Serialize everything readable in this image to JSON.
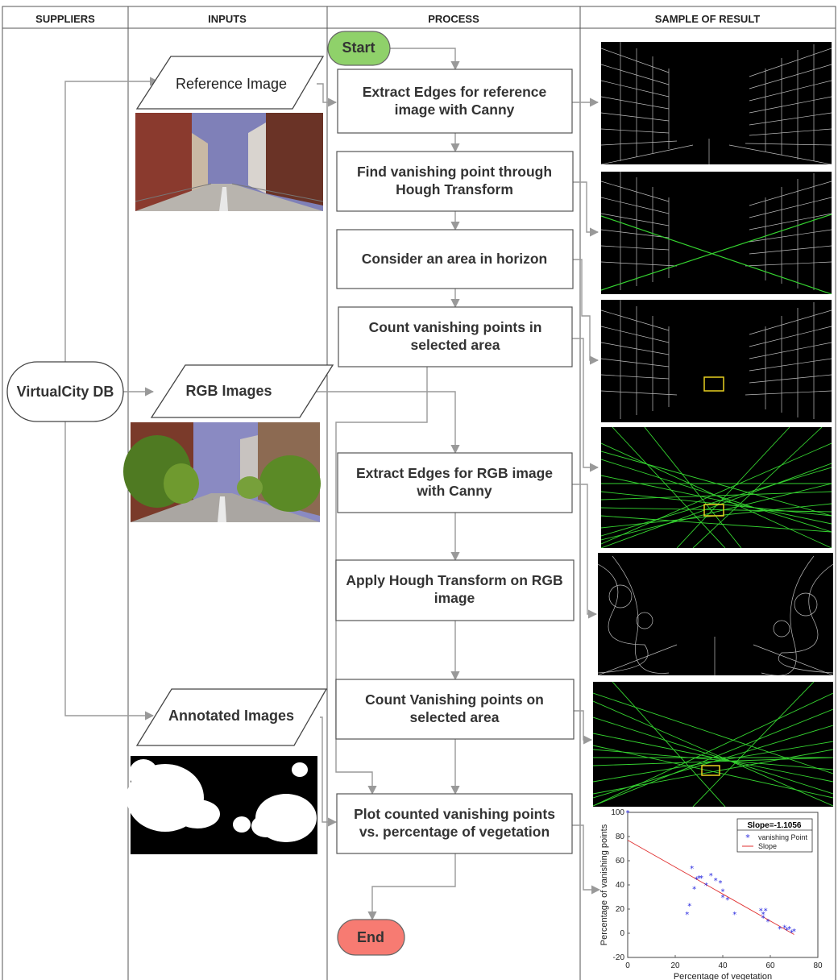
{
  "lanes": {
    "suppliers": "SUPPLIERS",
    "inputs": "INPUTS",
    "process": "PROCESS",
    "sample": "SAMPLE OF RESULT"
  },
  "supplier": {
    "label": "VirtualCity DB"
  },
  "inputs": {
    "reference": "Reference Image",
    "rgb": "RGB Images",
    "annotated": "Annotated Images"
  },
  "process": {
    "start": "Start",
    "end": "End",
    "s1": [
      "Extract Edges for reference",
      "image  with Canny"
    ],
    "s2": [
      "Find vanishing point through",
      "Hough Transform"
    ],
    "s3": [
      "Consider an area in horizon"
    ],
    "s4": [
      "Count vanishing points in",
      "selected area"
    ],
    "s5": [
      "Extract Edges for RGB image",
      "with Canny"
    ],
    "s6": [
      "Apply Hough Transform on RGB",
      "image"
    ],
    "s7": [
      "Count Vanishing points on",
      "selected area"
    ],
    "s8": [
      "Plot counted vanishing points",
      "vs. percentage of vegetation"
    ]
  },
  "colors": {
    "start": "#8fd16a",
    "end": "#f77b72",
    "edge_green": "#35d430",
    "box_yellow": "#e8d020",
    "scatter": "#2a2ae0",
    "slope": "#e03030"
  },
  "chart_data": {
    "type": "scatter",
    "xlabel": "Percentage of vegetation",
    "ylabel": "Percentage of vanishing points",
    "xlim": [
      0,
      80
    ],
    "ylim": [
      -20,
      100
    ],
    "xticks": [
      0,
      20,
      40,
      60,
      80
    ],
    "yticks": [
      -20,
      0,
      20,
      40,
      60,
      80,
      100
    ],
    "legend": {
      "title": "Slope=-1.1056",
      "entries": [
        "vanishing Point",
        "Slope"
      ],
      "position": "top-right"
    },
    "series": [
      {
        "name": "vanishing Point",
        "marker": "*",
        "points": [
          [
            0,
            100
          ],
          [
            25,
            16
          ],
          [
            26,
            23
          ],
          [
            27,
            54
          ],
          [
            28,
            37
          ],
          [
            29,
            45
          ],
          [
            30,
            46
          ],
          [
            31,
            46
          ],
          [
            33,
            40
          ],
          [
            35,
            48
          ],
          [
            37,
            44
          ],
          [
            39,
            42
          ],
          [
            40,
            35
          ],
          [
            40,
            30
          ],
          [
            42,
            28
          ],
          [
            45,
            16
          ],
          [
            56,
            19
          ],
          [
            57,
            16
          ],
          [
            57,
            13
          ],
          [
            58,
            19
          ],
          [
            59,
            10
          ],
          [
            64,
            4
          ],
          [
            66,
            5
          ],
          [
            67,
            3
          ],
          [
            68,
            4
          ],
          [
            69,
            1
          ],
          [
            70,
            2
          ]
        ]
      },
      {
        "name": "Slope",
        "line": [
          [
            0,
            77
          ],
          [
            70,
            -1
          ]
        ]
      }
    ]
  }
}
